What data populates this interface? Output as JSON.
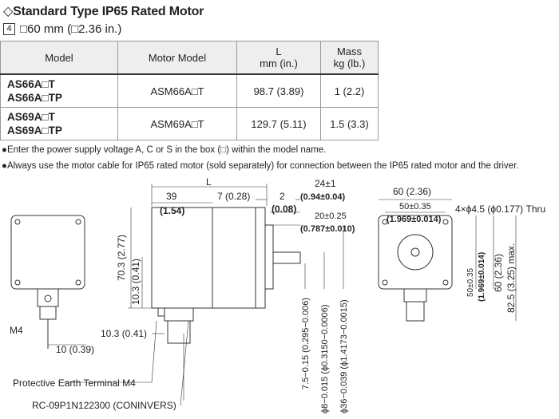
{
  "title": "◇Standard Type IP65 Rated Motor",
  "subtitle": {
    "badge": "4",
    "text": "□60 mm (□2.36 in.)"
  },
  "table": {
    "headers": {
      "model": "Model",
      "motor_model": "Motor Model",
      "l_1": "L",
      "l_2": "mm (in.)",
      "mass_1": "Mass",
      "mass_2": "kg (lb.)"
    },
    "rows": [
      {
        "model_a": "AS66A□T",
        "model_b": "AS66A□TP",
        "motor_model": "ASM66A□T",
        "l": "98.7 (3.89)",
        "mass": "1 (2.2)"
      },
      {
        "model_a": "AS69A□T",
        "model_b": "AS69A□TP",
        "motor_model": "ASM69A□T",
        "l": "129.7 (5.11)",
        "mass": "1.5 (3.3)"
      }
    ]
  },
  "notes": {
    "note1": "●Enter the power supply voltage A, C or S in the box (□) within the model name.",
    "note2": "●Always use the motor cable for IP65 rated motor (sold separately) for connection between the IP65 rated motor and the driver."
  },
  "drawing": {
    "L": "L",
    "d39": "39",
    "d154": "(1.54)",
    "d7": "7 (0.28)",
    "d2": "2",
    "d008": "(0.08)",
    "d24": "24±1",
    "d094": "(0.94±0.04)",
    "d20": "20±0.25",
    "d0787": "(0.787±0.010)",
    "d703": "70.3 (2.77)",
    "d103v": "10.3 (0.41)",
    "d103h": "10.3 (0.41)",
    "d10": "10 (0.39)",
    "m4": "M4",
    "pe": "Protective Earth Terminal M4",
    "conn": "RC-09P1N122300 (CONINVERS)",
    "d75": "7.5−0.15 (0.295−0.006)",
    "dphi8": "ϕ8−0.015 (ϕ0.3150−0.0006)",
    "dphi36": "ϕ36−0.039 (ϕ1.4173−0.0015)",
    "d60top": "60 (2.36)",
    "d50top": "50±0.35",
    "d1969top": "(1.969±0.014)",
    "holes": "4×ϕ4.5 (ϕ0.177) Thru",
    "d50side": "50±0.35",
    "d1969side": "(1.969±0.014)",
    "d60side": "60 (2.36)",
    "d825": "82.5 (3.25) max."
  }
}
